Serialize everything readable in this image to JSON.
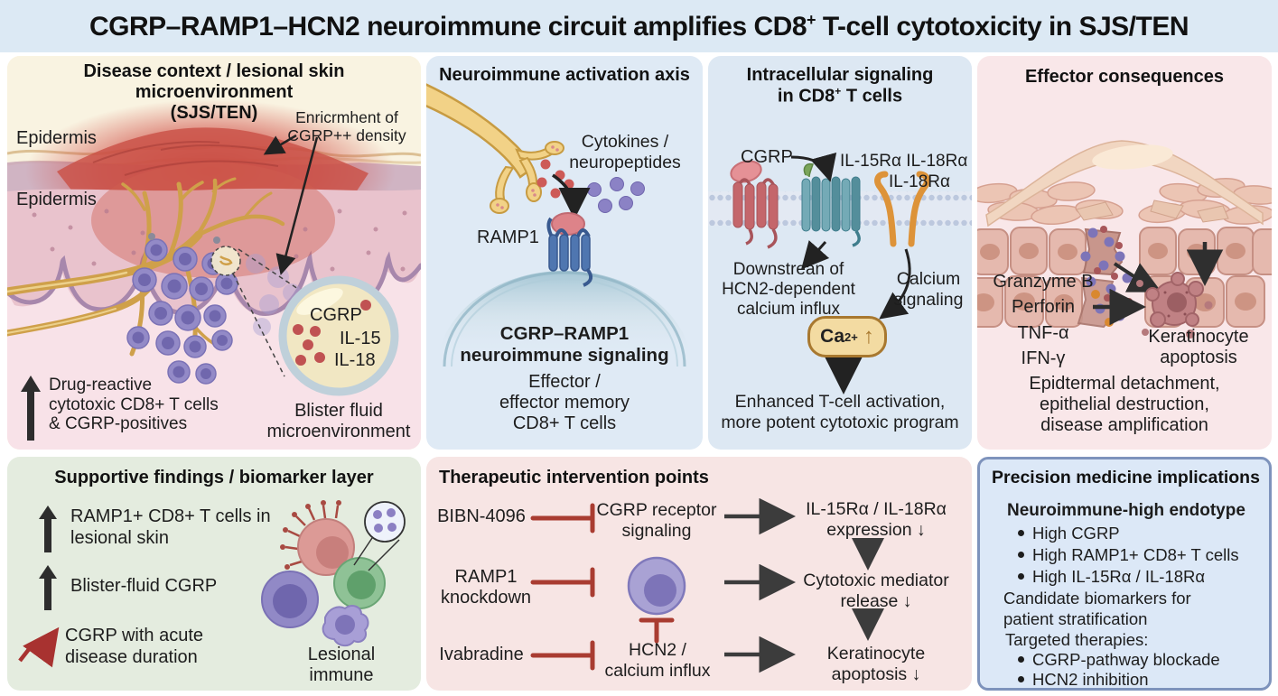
{
  "colors": {
    "header_bg": "#dce9f4",
    "disease_bg": "#f9f3e1",
    "neuro_bg": "#dfeaf5",
    "signaling_bg": "#dde8f3",
    "effector_bg": "#f9e7e9",
    "biomarker_bg": "#e4ecdf",
    "therapy_bg": "#f7e5e4",
    "precision_bg": "#dce8f7",
    "precision_border": "#7e93bc",
    "inhibition_red": "#a93c31",
    "arrow_dark": "#3c3c3c",
    "nerve_gold": "#cfa04a",
    "immune_purple": "#938ac7",
    "calcium_pill_bg": "#f3dba2",
    "calcium_pill_border": "#a8782f"
  },
  "header": {
    "title_pre": "CGRP–RAMP1–HCN2 neuroimmune circuit amplifies CD8",
    "title_sup": "+",
    "title_post": " T-cell cytotoxicity in SJS/TEN"
  },
  "disease_panel": {
    "title": "Disease context / lesional skin\nmicroenvironment\n(SJS/TEN)",
    "epidermis_label_1": "Epidermis",
    "epidermis_label_2": "Epidermis",
    "enrichment_note": "Enricrmhent of\nCGRP++ density",
    "finding": "Drug-reactive\ncytotoxic CD8+ T cells\n& CGRP-positives",
    "blister_molecule_1": "CGRP",
    "blister_molecule_2": "IL-15",
    "blister_molecule_3": "IL-18",
    "blister_caption": "Blister fluid\nmicroenvironment"
  },
  "neuro_panel": {
    "title": "Neuroimmune activation axis",
    "cytokines_label": "Cytokines /\nneuropeptides",
    "ramp1_label": "RAMP1",
    "signaling_label": "CGRP–RAMP1\nneuroimmune signaling",
    "cells_label": "Effector /\neffector memory\nCD8+ T cells"
  },
  "signaling_panel": {
    "title_line1": "Intracellular signaling",
    "title_line2_pre": "in CD8",
    "title_sup": "+",
    "title_line2_post": " T cells",
    "cgrp_label": "CGRP",
    "receptors_label_1": "IL-15Rα IL-18Rα",
    "receptors_label_2": "IL-18Rα",
    "downstream_label": "Downstrean of\nHCN2-dependent\ncalcium influx",
    "calcium_label": "Calcium\nsignaling",
    "ca_pre": "Ca",
    "ca_sup": "2+",
    "ca_arrow": "↑",
    "outcome": "Enhanced T-cell activation,\nmore potent cytotoxic program"
  },
  "effector_panel": {
    "title": "Effector consequences",
    "mediators": "Granzyme B\nPerforin\nTNF-α\nIFN-γ",
    "apoptosis_label": "Keratinocyte\napoptosis",
    "consequences": "Epidtermal detachment,\nepithelial destruction,\ndisease amplification"
  },
  "biomarker_panel": {
    "title": "Supportive findings / biomarker layer",
    "findings": [
      {
        "text": "RAMP1+ CD8+ T cells in\nlesional skin"
      },
      {
        "text": "Blister-fluid CGRP"
      },
      {
        "text": "CGRP with acute\ndisease duration"
      }
    ],
    "cells_label": "Lesional\nimmune"
  },
  "therapy_panel": {
    "title": "Therapeutic intervention points",
    "rows": [
      {
        "drug": "BIBN-4096",
        "target": "CGRP receptor\nsignaling",
        "outcome": "IL-15Rα / IL-18Rα\nexpression ↓"
      },
      {
        "drug": "RAMP1\nknockdown",
        "target": "",
        "outcome": "Cytotoxic mediator\nrelease ↓"
      },
      {
        "drug": "Ivabradine",
        "target": "HCN2 /\ncalcium influx",
        "outcome": "Keratinocyte\napoptosis ↓"
      }
    ]
  },
  "precision_panel": {
    "title": "Precision medicine implications",
    "endotype_title": "Neuroimmune-high endotype",
    "endotype_bullets": [
      "High CGRP",
      "High RAMP1+ CD8+ T cells",
      "High IL-15Rα / IL-18Rα"
    ],
    "note": "Candidate biomarkers for\npatient stratification",
    "therapies_title": "Targeted therapies:",
    "therapy_bullets": [
      "CGRP-pathway blockade",
      "HCN2 inhibition"
    ]
  }
}
